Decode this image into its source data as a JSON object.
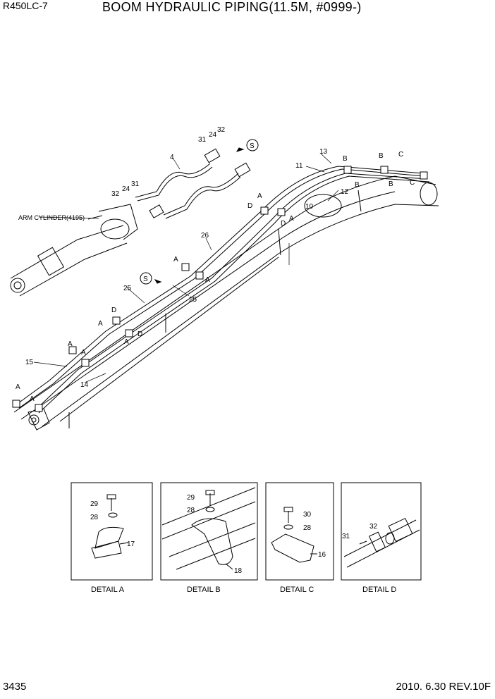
{
  "header": {
    "model": "R450LC-7",
    "title": "BOOM HYDRAULIC PIPING(11.5M, #0999-)"
  },
  "footer": {
    "page": "3435",
    "revision": "2010. 6.30  REV.10F"
  },
  "main": {
    "arm_cylinder_label": "ARM CYLINDER(4195)",
    "section_s_label": "S",
    "part_numbers": {
      "p4": "4",
      "p10": "10",
      "p11": "11",
      "p12": "12",
      "p13": "13",
      "p14": "14",
      "p15": "15",
      "p24": "24",
      "p25": "25",
      "p26": "26",
      "p31": "31",
      "p32": "32"
    },
    "detail_markers": {
      "a": "A",
      "b": "B",
      "c": "C",
      "d": "D"
    }
  },
  "details": [
    {
      "caption": "DETAIL  A",
      "parts": [
        "29",
        "28",
        "17"
      ]
    },
    {
      "caption": "DETAIL  B",
      "parts": [
        "29",
        "28",
        "18"
      ]
    },
    {
      "caption": "DETAIL  C",
      "parts": [
        "30",
        "28",
        "16"
      ]
    },
    {
      "caption": "DETAIL  D",
      "parts": [
        "32",
        "31"
      ]
    }
  ]
}
